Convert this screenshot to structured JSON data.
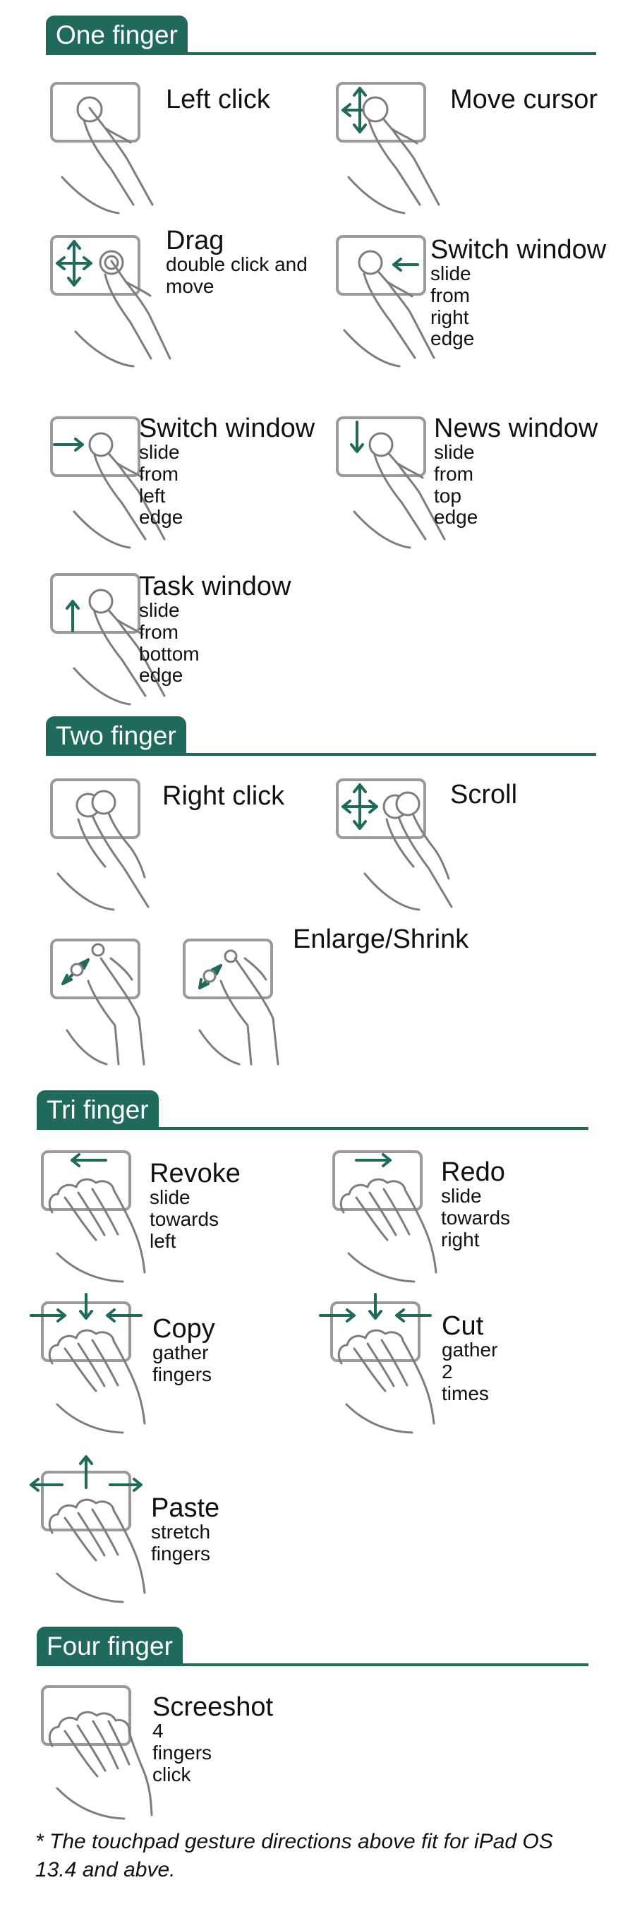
{
  "colors": {
    "accent": "#1f6a5a",
    "text": "#111111",
    "line": "#9a9a9a"
  },
  "sections": {
    "one": {
      "title": "One finger"
    },
    "two": {
      "title": "Two finger"
    },
    "tri": {
      "title": "Tri finger"
    },
    "four": {
      "title": "Four finger"
    }
  },
  "gestures": {
    "left_click": {
      "title": "Left click",
      "subtitle": "",
      "icon": "one-finger-tap-icon"
    },
    "move_cursor": {
      "title": "Move cursor",
      "subtitle": "",
      "icon": "move-cursor-icon"
    },
    "drag": {
      "title": "Drag",
      "subtitle": "double click and\nmove",
      "icon": "drag-icon"
    },
    "switch_right": {
      "title": "Switch window",
      "subtitle": "slide from right edge",
      "icon": "switch-window-right-edge-icon"
    },
    "switch_left": {
      "title": "Switch window",
      "subtitle": "slide from left edge",
      "icon": "switch-window-left-edge-icon"
    },
    "news_window": {
      "title": "News window",
      "subtitle": "slide from top edge",
      "icon": "news-window-top-edge-icon"
    },
    "task_window": {
      "title": "Task window",
      "subtitle": "slide from bottom edge",
      "icon": "task-window-bottom-edge-icon"
    },
    "right_click": {
      "title": "Right click",
      "subtitle": "",
      "icon": "two-finger-tap-icon"
    },
    "scroll": {
      "title": "Scroll",
      "subtitle": "",
      "icon": "two-finger-scroll-icon"
    },
    "enlarge_shrink": {
      "title": "Enlarge/Shrink",
      "subtitle": "",
      "icon": "pinch-zoom-icon"
    },
    "revoke": {
      "title": "Revoke",
      "subtitle": "slide towards left",
      "icon": "three-finger-left-icon"
    },
    "redo": {
      "title": "Redo",
      "subtitle": "slide towards right",
      "icon": "three-finger-right-icon"
    },
    "copy": {
      "title": "Copy",
      "subtitle": "gather fingers",
      "icon": "three-finger-gather-icon"
    },
    "cut": {
      "title": "Cut",
      "subtitle": "gather 2 times",
      "icon": "three-finger-gather-twice-icon"
    },
    "paste": {
      "title": "Paste",
      "subtitle": "stretch fingers",
      "icon": "three-finger-stretch-icon"
    },
    "screenshot": {
      "title": "Screeshot",
      "subtitle": "4 fingers click",
      "icon": "four-finger-click-icon"
    }
  },
  "footer": {
    "note": "* The touchpad gesture directions above fit for iPad OS 13.4 and abve."
  }
}
